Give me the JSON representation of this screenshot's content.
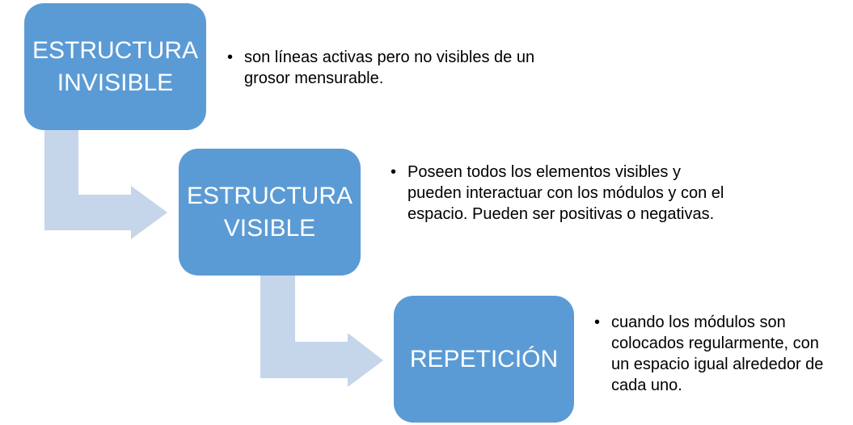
{
  "colors": {
    "box_fill": "#5b9bd5",
    "arrow_fill": "#c5d5ea",
    "box_text": "#ffffff",
    "body_text": "#000000"
  },
  "steps": [
    {
      "title": "ESTRUCTURA\nINVISIBLE",
      "description": "son líneas activas pero no visibles de un grosor mensurable."
    },
    {
      "title": "ESTRUCTURA\nVISIBLE",
      "description": "Poseen todos los elementos visibles y pueden interactuar con los módulos y con el espacio. Pueden ser positivas o negativas."
    },
    {
      "title": "REPETICIÓN",
      "description": "cuando los módulos son colocados regularmente, con un espacio igual alrededor de cada uno."
    }
  ]
}
